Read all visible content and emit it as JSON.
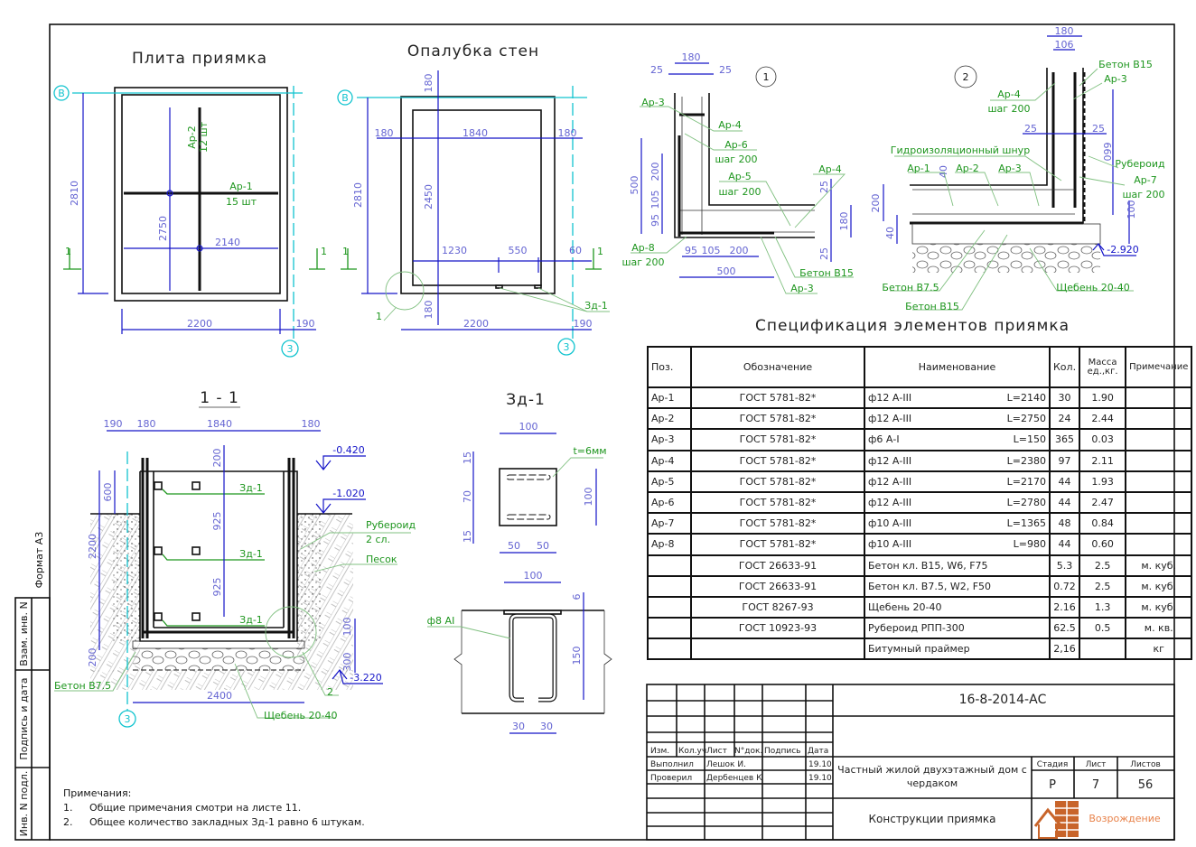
{
  "plate": {
    "title": "Плита приямка",
    "axis_b": "В",
    "axis_3": "3",
    "dim_height": "2810",
    "dim_ar2": "2750",
    "dim_ar1": "2140",
    "dim_width": "2200",
    "dim_offset": "190",
    "ar2_label": "Ар-2",
    "ar2_qty": "12 шт",
    "ar1_label": "Ар-1",
    "ar1_qty": "15 шт",
    "section_mark": "1"
  },
  "formwork": {
    "title": "Опалубка стен",
    "axis_b": "В",
    "axis_3": "3",
    "dim_height": "2810",
    "dim_inner_height": "2450",
    "dim_top": "180",
    "dim_bottom": "180",
    "dim_left": "180",
    "dim_inner_width": "1840",
    "dim_right": "180",
    "dim_1230": "1230",
    "dim_550": "550",
    "dim_60": "60",
    "dim_width": "2200",
    "dim_offset": "190",
    "embed_label": "Зд-1",
    "node_callout": "1",
    "section_mark": "1"
  },
  "node1": {
    "number": "1",
    "dim_180": "180",
    "dim_25a": "25",
    "dim_25b": "25",
    "dim_500v": "500",
    "dim_200v": "200",
    "dim_105v": "105",
    "dim_95v": "95",
    "dim_95h": "95",
    "dim_105h": "105",
    "dim_200h": "200",
    "dim_500h": "500",
    "dim_25c": "25",
    "dim_180v": "180",
    "dim_25d": "25",
    "ar3_top": "Ар-3",
    "ar4_top": "Ар-4",
    "ar6": "Ар-6",
    "ar6_step": "шаг 200",
    "ar5": "Ар-5",
    "ar5_step": "шаг 200",
    "ar4_right": "Ар-4",
    "ar8": "Ар-8",
    "ar8_step": "шаг 200",
    "concrete": "Бетон В15",
    "ar3_bottom": "Ар-3"
  },
  "node2": {
    "number": "2",
    "dim_180": "180",
    "dim_106": "106",
    "dim_25a": "25",
    "dim_25b": "25",
    "dim_660": "660",
    "dim_40a": "40",
    "dim_200": "200",
    "dim_40b": "40",
    "dim_100": "100",
    "elevation": "-2.920",
    "concrete_top": "Бетон В15",
    "ar3_top": "Ар-3",
    "ar4": "Ар-4",
    "ar4_step": "шаг 200",
    "cord": "Гидроизоляционный шнур",
    "roofing": "Рубероид",
    "ar7": "Ар-7",
    "ar7_step": "шаг 200",
    "ar1": "Ар-1",
    "ar2": "Ар-2",
    "ar3": "Ар-3",
    "concrete_b75": "Бетон В7.5",
    "concrete_b15": "Бетон В15",
    "gravel": "Щебень 20-40"
  },
  "section": {
    "title": "1 - 1",
    "dim_190": "190",
    "dim_180a": "180",
    "dim_1840": "1840",
    "dim_180b": "180",
    "dim_200top": "200",
    "dim_925a": "925",
    "dim_925b": "925",
    "dim_600": "600",
    "dim_2200": "2200",
    "dim_200bot": "200",
    "dim_100": "100",
    "dim_300": "300",
    "dim_2400": "2400",
    "elev_top": "-0.420",
    "elev_ground": "-1.020",
    "elev_bottom": "-3.220",
    "embed_labels": [
      "Зд-1",
      "Зд-1",
      "Зд-1"
    ],
    "roofing": "Рубероид",
    "roofing_layers": "2 сл.",
    "sand": "Песок",
    "concrete": "Бетон В7.5",
    "gravel": "Щебень 20-40",
    "node_callout": "2",
    "axis_3": "3"
  },
  "embed": {
    "title": "Зд-1",
    "dim_100_top": "100",
    "thickness": "t=6мм",
    "dim_15a": "15",
    "dim_70": "70",
    "dim_15b": "15",
    "dim_100_side": "100",
    "dim_50a": "50",
    "dim_50b": "50",
    "dim_100_sec": "100",
    "bar": "ф8 АI",
    "dim_6": "6",
    "dim_150": "150",
    "dim_30a": "30",
    "dim_30b": "30"
  },
  "spec": {
    "title": "Спецификация элементов приямка",
    "headers": [
      "Поз.",
      "Обозначение",
      "Наименование",
      "Кол.",
      "Масса ед.,кг.",
      "Примечание"
    ],
    "rows": [
      {
        "pos": "Ар-1",
        "designation": "ГОСТ 5781-82*",
        "name": "ф12 А-III",
        "length": "L=2140",
        "qty": "30",
        "mass": "1.90",
        "note": ""
      },
      {
        "pos": "Ар-2",
        "designation": "ГОСТ 5781-82*",
        "name": "ф12 А-III",
        "length": "L=2750",
        "qty": "24",
        "mass": "2.44",
        "note": ""
      },
      {
        "pos": "Ар-3",
        "designation": "ГОСТ 5781-82*",
        "name": "ф6 А-I",
        "length": "L=150",
        "qty": "365",
        "mass": "0.03",
        "note": ""
      },
      {
        "pos": "Ар-4",
        "designation": "ГОСТ 5781-82*",
        "name": "ф12 А-III",
        "length": "L=2380",
        "qty": "97",
        "mass": "2.11",
        "note": ""
      },
      {
        "pos": "Ар-5",
        "designation": "ГОСТ 5781-82*",
        "name": "ф12 А-III",
        "length": "L=2170",
        "qty": "44",
        "mass": "1.93",
        "note": ""
      },
      {
        "pos": "Ар-6",
        "designation": "ГОСТ 5781-82*",
        "name": "ф12 А-III",
        "length": "L=2780",
        "qty": "44",
        "mass": "2.47",
        "note": ""
      },
      {
        "pos": "Ар-7",
        "designation": "ГОСТ 5781-82*",
        "name": "ф10 А-III",
        "length": "L=1365",
        "qty": "48",
        "mass": "0.84",
        "note": ""
      },
      {
        "pos": "Ар-8",
        "designation": "ГОСТ 5781-82*",
        "name": "ф10 А-III",
        "length": "L=980",
        "qty": "44",
        "mass": "0.60",
        "note": ""
      },
      {
        "pos": "",
        "designation": "ГОСТ 26633-91",
        "name": "Бетон кл. В15, W6, F75",
        "length": "",
        "qty": "5.3",
        "mass": "2.5",
        "note": "м. куб."
      },
      {
        "pos": "",
        "designation": "ГОСТ 26633-91",
        "name": "Бетон кл. В7.5, W2, F50",
        "length": "",
        "qty": "0.72",
        "mass": "2.5",
        "note": "м. куб."
      },
      {
        "pos": "",
        "designation": "ГОСТ 8267-93",
        "name": "Щебень 20-40",
        "length": "",
        "qty": "2.16",
        "mass": "1.3",
        "note": "м. куб."
      },
      {
        "pos": "",
        "designation": "ГОСТ 10923-93",
        "name": "Рубероид РПП-300",
        "length": "",
        "qty": "62.5",
        "mass": "0.5",
        "note": "м. кв."
      },
      {
        "pos": "",
        "designation": "",
        "name": "Битумный праймер",
        "length": "",
        "qty": "2,16",
        "mass": "",
        "note": "кг"
      }
    ]
  },
  "title_block": {
    "code": "16-8-2014-АС",
    "col_headers": [
      "Изм.",
      "Кол.уч",
      "Лист",
      "N°док.",
      "Подпись",
      "Дата"
    ],
    "performed_label": "Выполнил",
    "performed_name": "Лешок И.",
    "performed_date": "19.10",
    "checked_label": "Проверил",
    "checked_name": "Дербенцев К",
    "checked_date": "19.10",
    "project": [
      "Частный жилой двухэтажный дом с",
      "чердаком"
    ],
    "stage_label": "Стадия",
    "sheet_label": "Лист",
    "sheets_label": "Листов",
    "stage": "Р",
    "sheet": "7",
    "sheets": "56",
    "drawing_title": "Конструкции приямка",
    "company": "Возрождение",
    "company_color": "#e8824a"
  },
  "side_stamp": {
    "format": "Формат А3",
    "replaced_inv": "Взам. инв. N",
    "signature_date": "Подпись и дата",
    "original_inv": "Инв. N подл."
  },
  "notes": {
    "heading": "Примечания:",
    "items": [
      {
        "num": "1.",
        "text": "Общие примечания смотри на листе 11."
      },
      {
        "num": "2.",
        "text": "Общее количество закладных Зд-1 равно 6 штукам."
      }
    ]
  }
}
